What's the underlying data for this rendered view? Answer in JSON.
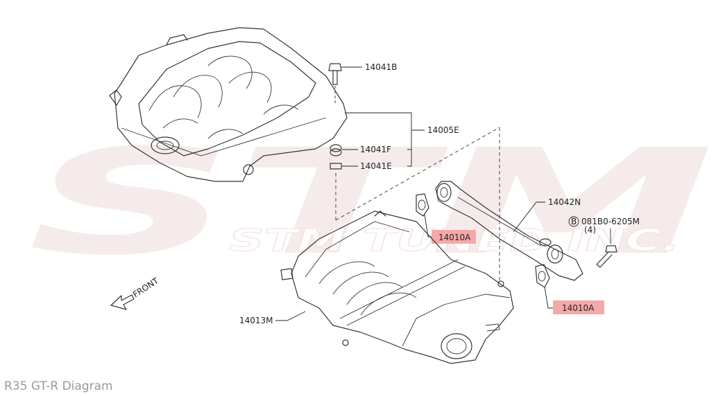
{
  "caption": "R35 GT-R Diagram",
  "watermark": {
    "line1": "STM",
    "line2": "STM TUNED INC."
  },
  "direction_label": "FRONT",
  "parts": {
    "bolt_top": "14041B",
    "cover_assy": "14005E",
    "grommet_f": "14041F",
    "grommet_e": "14041E",
    "gasket_left": "14010A",
    "gasket_right": "14010A",
    "pipe": "14042N",
    "bolt_side": "081B0-6205M",
    "bolt_side_qty": "(4)",
    "bolt_side_prefix": "B",
    "manifold": "14013M"
  },
  "colors": {
    "highlight": "#f4a8a8",
    "watermark": "#f0dcdc",
    "line": "#333333"
  }
}
